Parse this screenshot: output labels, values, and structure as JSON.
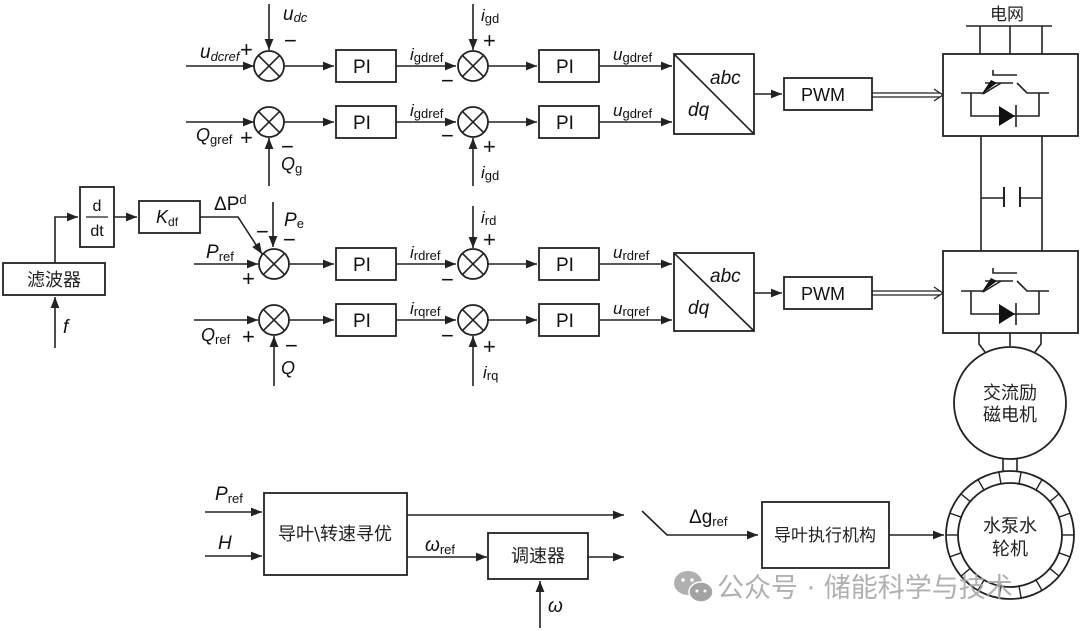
{
  "diagram": {
    "grid_label": "电网",
    "pi_label": "PI",
    "pwm_label": "PWM",
    "transform": {
      "top": "abc",
      "bottom": "dq"
    },
    "grid_side": {
      "row1": {
        "input_main": "u",
        "input_main_sub": "dcref",
        "feedback": "u",
        "feedback_sub": "dc",
        "pi_out": "i",
        "pi_out_sub": "gdref",
        "inner_fb": "i",
        "inner_fb_sub": "gd",
        "out": "u",
        "out_sub": "gdref"
      },
      "row2": {
        "input_main": "Q",
        "input_main_sub": "gref",
        "feedback": "Q",
        "feedback_sub": "g",
        "pi_out": "i",
        "pi_out_sub": "gdref",
        "inner_fb": "i",
        "inner_fb_sub": "gd",
        "out": "u",
        "out_sub": "gdref"
      }
    },
    "rotor_side": {
      "row1": {
        "input_main": "P",
        "input_main_sub": "ref",
        "feedback": "P",
        "feedback_sub": "e",
        "delta": "ΔP",
        "delta_sub": "d",
        "pi_out": "i",
        "pi_out_sub": "rdref",
        "inner_fb": "i",
        "inner_fb_sub": "rd",
        "out": "u",
        "out_sub": "rdref"
      },
      "row2": {
        "input_main": "Q",
        "input_main_sub": "ref",
        "feedback": "Q",
        "pi_out": "i",
        "pi_out_sub": "rqref",
        "inner_fb": "i",
        "inner_fb_sub": "rq",
        "out": "u",
        "out_sub": "rqref"
      }
    },
    "filter": {
      "label": "滤波器",
      "input": "f"
    },
    "derivative": {
      "num": "d",
      "den": "dt"
    },
    "gain": {
      "label": "K",
      "sub": "df"
    },
    "signs": {
      "plus": "+",
      "minus": "−"
    },
    "machine": {
      "line1": "交流励",
      "line2": "磁电机"
    },
    "turbine": {
      "line1": "水泵水",
      "line2": "轮机"
    },
    "optimizer": {
      "label": "导叶\\转速寻优",
      "input1": "P",
      "input1_sub": "ref",
      "input2": "H",
      "output": "ω",
      "output_sub": "ref"
    },
    "governor": {
      "label": "调速器",
      "feedback": "ω"
    },
    "actuator": {
      "label": "导叶执行机构",
      "input": "Δg",
      "input_sub": "ref"
    }
  },
  "watermark": {
    "text": "公众号 · 储能科学与技术"
  }
}
